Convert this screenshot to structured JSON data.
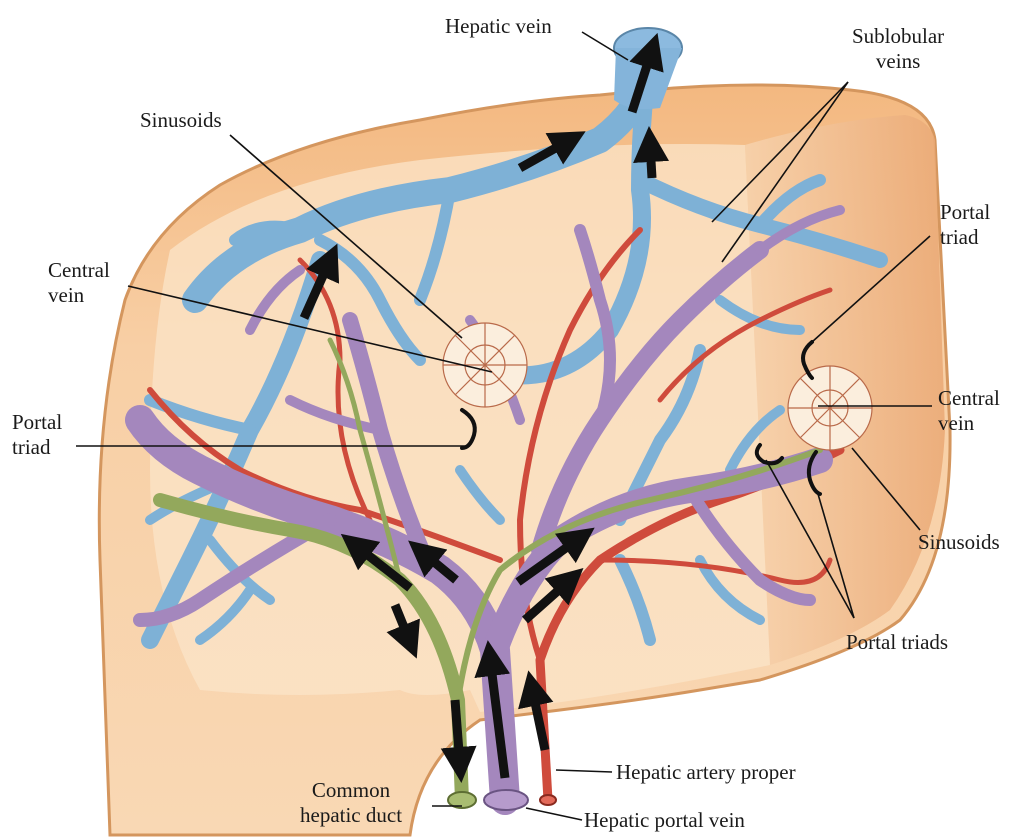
{
  "labels": {
    "hepatic_vein": "Hepatic vein",
    "sublobular_veins": [
      "Sublobular",
      "veins"
    ],
    "sinusoids_top": "Sinusoids",
    "portal_triad_right": [
      "Portal",
      "triad"
    ],
    "central_vein_left": [
      "Central",
      "vein"
    ],
    "central_vein_right": [
      "Central",
      "vein"
    ],
    "portal_triad_left": [
      "Portal",
      "triad"
    ],
    "sinusoids_right": "Sinusoids",
    "portal_triads": "Portal triads",
    "common_hepatic_duct": [
      "Common",
      "hepatic duct"
    ],
    "hepatic_artery_proper": "Hepatic artery proper",
    "hepatic_portal_vein": "Hepatic portal vein"
  },
  "colors": {
    "liver_fill": "#f6c79c",
    "liver_edge": "#d89a62",
    "liver_inner": "#fbe6cc",
    "hepatic_vein_blue": "#7aaed2",
    "portal_vein_purple": "#9d7fb6",
    "hepatic_artery_red": "#cf4b3c",
    "bile_duct_green": "#8fa45a",
    "flow_arrow": "#111111"
  }
}
